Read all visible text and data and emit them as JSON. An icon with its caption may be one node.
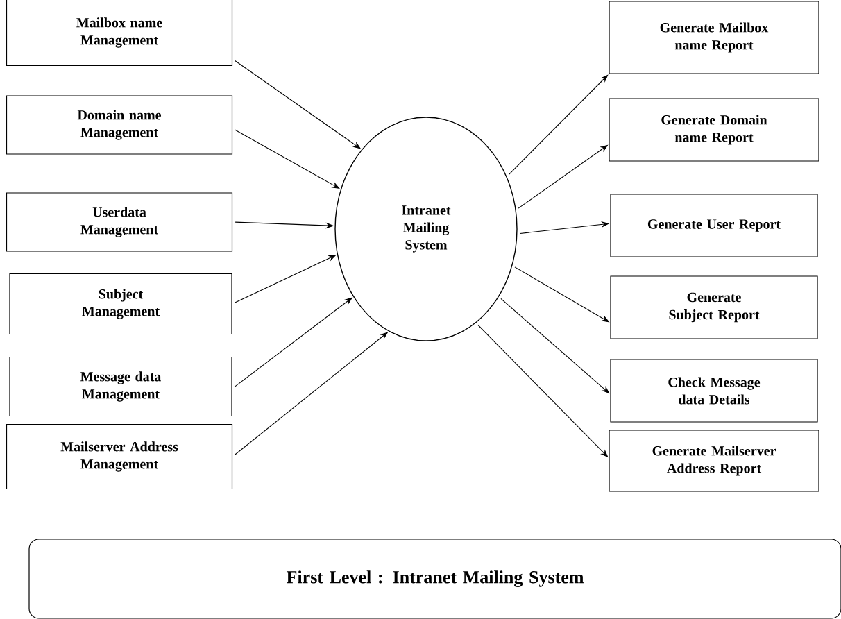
{
  "diagram": {
    "nodes": [
      {
        "text": [
          "Mailbox name Management"
        ]
      },
      {
        "text": [
          "Domain name Management"
        ]
      },
      {
        "text": [
          "Userdata Management"
        ]
      },
      {
        "text": [
          "Subject Management"
        ]
      },
      {
        "text": [
          "Message data Management"
        ]
      },
      {
        "text": [
          "Mailserver Address Management"
        ]
      },
      {
        "text": [
          "Intranet Mailing System"
        ]
      },
      {
        "text": [
          "Generate Mailbox name Report"
        ]
      },
      {
        "text": [
          "Generate Domain name Report"
        ]
      },
      {
        "text": [
          "Generate User Report"
        ]
      },
      {
        "text": [
          "Generate Subject Report"
        ]
      },
      {
        "text": [
          "Check Message data Details"
        ]
      },
      {
        "text": [
          "Generate Mailserver Address Report"
        ]
      },
      {
        "text": [
          "First Level : Intranet Mailing System"
        ]
      }
    ],
    "edges": [
      {
        "from": 0,
        "to": 6,
        "arrow": "to"
      },
      {
        "from": 1,
        "to": 6,
        "arrow": "to"
      },
      {
        "from": 2,
        "to": 6,
        "arrow": "to"
      },
      {
        "from": 3,
        "to": 6,
        "arrow": "to"
      },
      {
        "from": 4,
        "to": 6,
        "arrow": "to"
      },
      {
        "from": 5,
        "to": 6,
        "arrow": "to"
      },
      {
        "from": 6,
        "to": 7,
        "arrow": "to"
      },
      {
        "from": 6,
        "to": 8,
        "arrow": "to"
      },
      {
        "from": 6,
        "to": 9,
        "arrow": "to"
      },
      {
        "from": 6,
        "to": 10,
        "arrow": "to"
      },
      {
        "from": 6,
        "to": 11,
        "arrow": "to"
      },
      {
        "from": 6,
        "to": 12,
        "arrow": "to"
      }
    ]
  }
}
